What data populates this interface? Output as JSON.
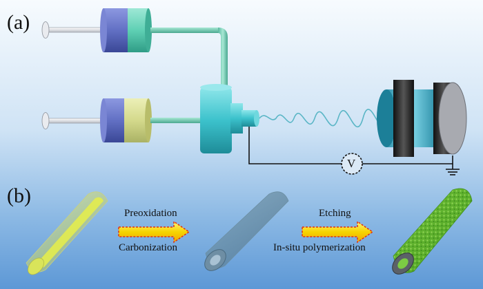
{
  "panels": {
    "a": {
      "label": "(a)"
    },
    "b": {
      "label": "(b)"
    }
  },
  "voltmeter": {
    "symbol": "V"
  },
  "process": {
    "step1": {
      "top_label": "Preoxidation",
      "bottom_label": "Carbonization"
    },
    "step2": {
      "top_label": "Etching",
      "bottom_label": "In-situ  polymerization"
    }
  },
  "colors": {
    "plunger_blue": "#6878c8",
    "barrel_teal": "#5fd0b4",
    "nozzle_cyan": "#3cc2cc",
    "core_yellow": "#e6ef5a",
    "arrow_yellow": "#f6d400",
    "arrow_red": "#e03010",
    "polymer_green": "#6fc43c"
  }
}
